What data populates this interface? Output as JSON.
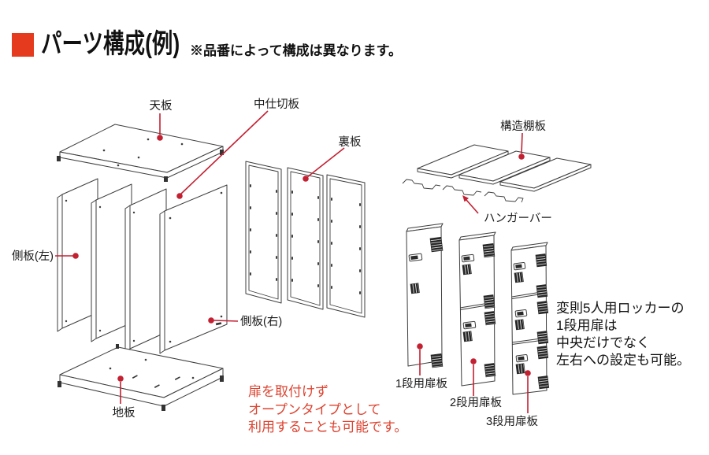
{
  "header": {
    "title": "パーツ構成(例)",
    "note": "※品番によって構成は異なります。"
  },
  "diagram": {
    "labels": {
      "top_panel": "天板",
      "partition_panel": "中仕切板",
      "back_panel": "裏板",
      "side_panel_left": "側板(左)",
      "side_panel_right": "側板(右)",
      "bottom_panel": "地板",
      "shelf_panel": "構造棚板",
      "hanger_bar": "ハンガーバー",
      "door_1tier": "1段用扉板",
      "door_2tier": "2段用扉板",
      "door_3tier": "3段用扉板"
    },
    "notes": {
      "open_type": [
        "扉を取付けず",
        "オープンタイプとして",
        "利用することも可能です。"
      ],
      "irregular": [
        "変則5人用ロッカーの",
        "1段用扉は",
        "中央だけでなく",
        "左右への設定も可能。"
      ]
    }
  },
  "colors": {
    "accent_red": "#c32032",
    "note_red": "#dd4330",
    "title_marker_red": "#e53a1e",
    "line_gray": "#3d3d3d"
  }
}
